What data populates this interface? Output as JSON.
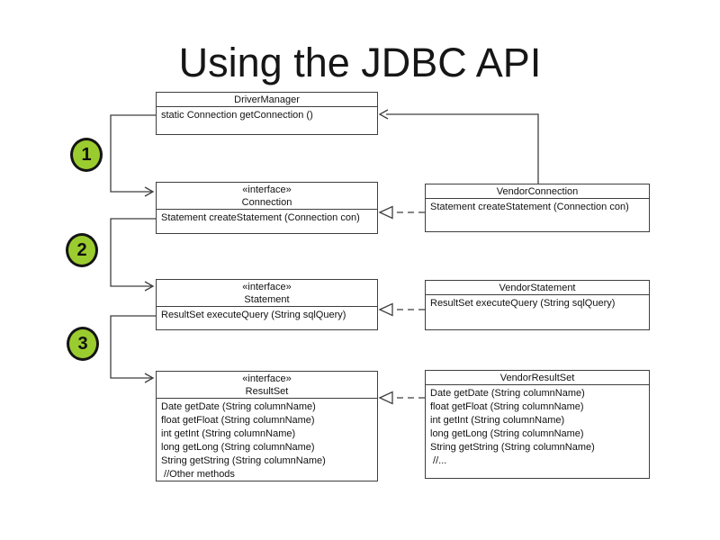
{
  "slide": {
    "title": "Using the JDBC API"
  },
  "steps": [
    {
      "label": "1"
    },
    {
      "label": "2"
    },
    {
      "label": "3"
    }
  ],
  "colors": {
    "background": "#ffffff",
    "text": "#1a1a1a",
    "box_border": "#3f3f3f",
    "connector": "#3f3f3f",
    "step_badge_fill": "#9acc2f",
    "step_badge_border": "#141414"
  },
  "uml": {
    "classes": {
      "driver_manager": {
        "name": "DriverManager",
        "methods": [
          "static Connection getConnection ()"
        ]
      },
      "connection": {
        "stereotype": "«interface»",
        "name": "Connection",
        "methods": [
          "Statement createStatement (Connection con)"
        ]
      },
      "vendor_connection": {
        "name": "VendorConnection",
        "methods": [
          "Statement createStatement (Connection con)"
        ]
      },
      "statement": {
        "stereotype": "«interface»",
        "name": "Statement",
        "methods": [
          "ResultSet executeQuery (String sqlQuery)"
        ]
      },
      "vendor_statement": {
        "name": "VendorStatement",
        "methods": [
          "ResultSet executeQuery (String sqlQuery)"
        ]
      },
      "result_set": {
        "stereotype": "«interface»",
        "name": "ResultSet",
        "methods": [
          "Date getDate (String columnName)",
          "float getFloat (String columnName)",
          "int getInt (String columnName)",
          "long getLong (String columnName)",
          "String getString (String columnName)",
          " //Other methods"
        ]
      },
      "vendor_result_set": {
        "name": "VendorResultSet",
        "methods": [
          "Date getDate (String columnName)",
          "float getFloat (String columnName)",
          "int getInt (String columnName)",
          "long getLong (String columnName)",
          "String getString (String columnName)",
          " //..."
        ]
      }
    }
  }
}
